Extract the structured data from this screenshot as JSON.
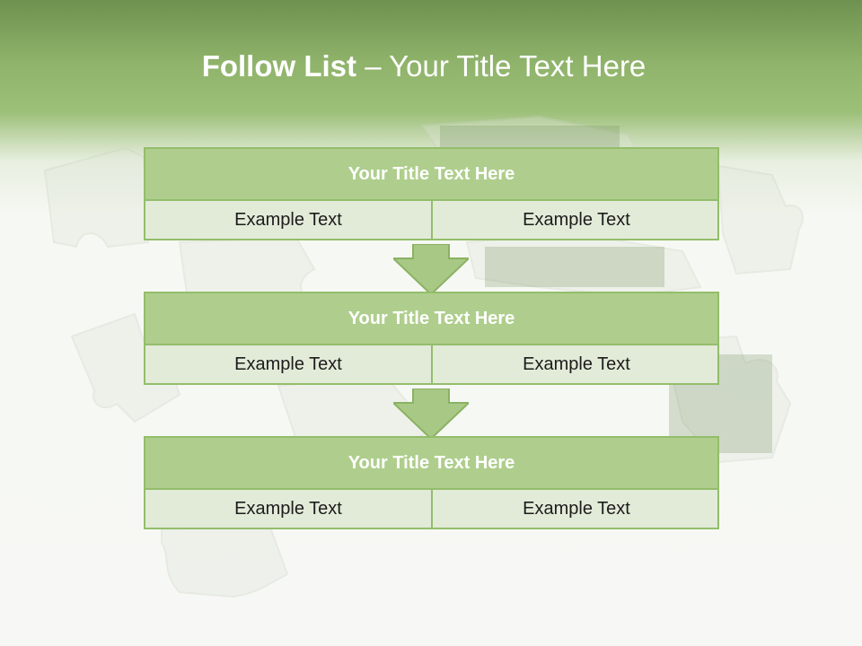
{
  "slide": {
    "title_bold": "Follow List",
    "title_rest": " – Your Title Text Here",
    "steps": [
      {
        "title": "Your Title Text Here",
        "left": "Example Text",
        "right": "Example Text"
      },
      {
        "title": "Your Title Text Here",
        "left": "Example Text",
        "right": "Example Text"
      },
      {
        "title": "Your Title Text Here",
        "left": "Example Text",
        "right": "Example Text"
      }
    ]
  },
  "colors": {
    "header_green": "#8fb36a",
    "box_head": "#afce8d",
    "box_body": "#e2ebd8",
    "box_border": "#93bd6b",
    "arrow_fill": "#a8c985"
  }
}
